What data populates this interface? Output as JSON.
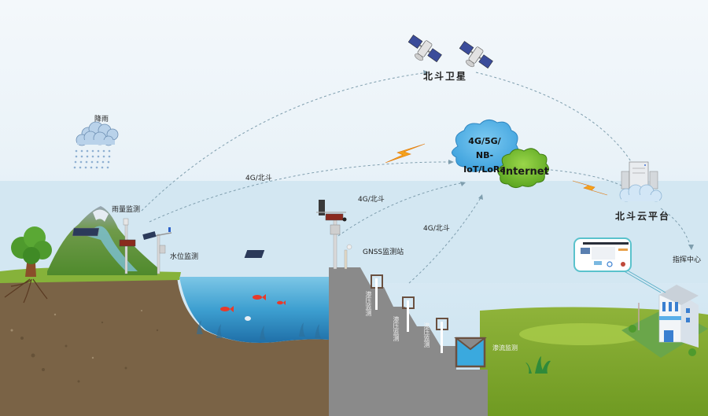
{
  "diagram": {
    "title_elements": {
      "satellite_label": "北斗卫星",
      "rain_label": "降雨",
      "network_cloud_lines": [
        "4G/5G/",
        "NB-IoT/LoRa"
      ],
      "internet_label": "Internet",
      "cloud_platform_label": "北斗云平台",
      "command_center_label": "指挥中心"
    },
    "stations": {
      "rain_gauge": "雨量监测",
      "water_level": "水位监测",
      "gnss": "GNSS监测站",
      "seepage_pressure_1": "渗压监测",
      "seepage_pressure_2": "渗压监测",
      "seepage_pressure_3": "渗压监测",
      "seepage_flow": "渗流监测"
    },
    "links": {
      "link_1": "4G/北斗",
      "link_2": "4G/北斗",
      "link_3": "4G/北斗"
    },
    "colors": {
      "sky": "#e9f2f8",
      "network_cloud": "#5ab4e6",
      "internet_cloud": "#7cc12f",
      "soil": "#7a6346",
      "water": "#3aa0d0",
      "dam": "#8a8a8a",
      "grass": "#7fa62a",
      "lightning": "#f5a21b",
      "dashed_link": "#7a9aaa"
    }
  }
}
